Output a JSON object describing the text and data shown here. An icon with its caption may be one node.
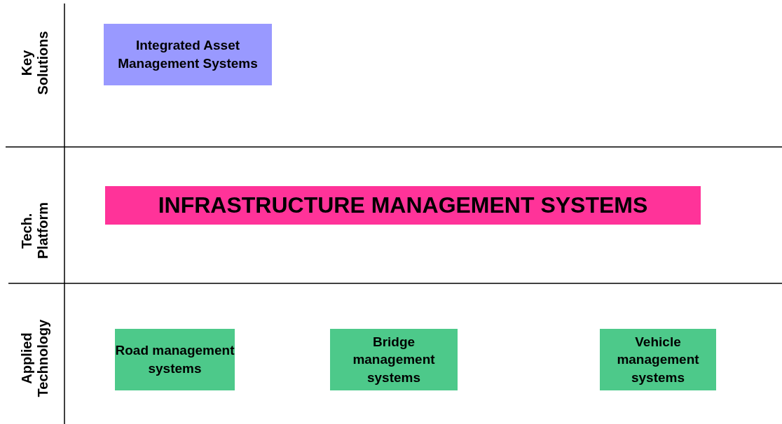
{
  "diagram": {
    "nodes": [
      {
        "text": [
          "Integrated Asset Management Systems"
        ]
      },
      {
        "text": [
          "INFRASTRUCTURE MANAGEMENT SYSTEMS"
        ]
      },
      {
        "text": [
          "Road management systems"
        ]
      },
      {
        "text": [
          "Bridge management systems"
        ]
      },
      {
        "text": [
          "Vehicle management systems"
        ]
      }
    ],
    "edges": [],
    "labels": [
      "Key Solutions",
      "Tech. Platform",
      "Applied Technology"
    ]
  }
}
